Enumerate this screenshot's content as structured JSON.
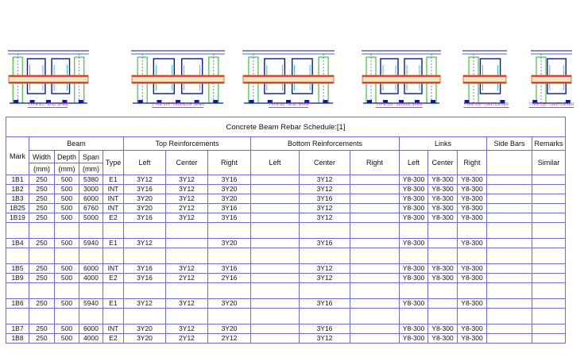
{
  "diagram_labels": [
    "TYPE E1 - END SPAN",
    "TYPE INT - INTERIOR SPAN",
    "TYPE E2 - END SPAN",
    "TYPE SS - SINGLE SPAN",
    "TYPE CA - CANTILEVER",
    "TYPE CB - CANTILEVER"
  ],
  "schedule": {
    "title": "Concrete Beam Rebar Schedule:[1]",
    "groups": {
      "beam": "Beam",
      "top": "Top Reinforcements",
      "bottom": "Bottom Reinforcements",
      "links": "Links",
      "side": "Side Bars",
      "remarks": "Remarks"
    },
    "labels": {
      "mark": "Mark",
      "width": "Width",
      "depth": "Depth",
      "span": "Span",
      "type": "Type",
      "top_left": "Left",
      "top_center": "Center",
      "top_right": "Right",
      "bot_left": "Left",
      "bot_center": "Center",
      "bot_right": "Right",
      "links_left": "Left",
      "links_center": "Center",
      "links_right": "Right",
      "remarks_sub": "Similar"
    },
    "units": {
      "width": "(mm)",
      "depth": "(mm)",
      "span": "(mm)"
    },
    "rows": [
      [
        "1B1",
        "250",
        "500",
        "5380",
        "E1",
        "3Y12",
        "3Y12",
        "3Y16",
        "",
        "3Y12",
        "",
        "Y8-300",
        "Y8-300",
        "Y8-300",
        "",
        ""
      ],
      [
        "1B2",
        "250",
        "500",
        "3000",
        "INT",
        "3Y16",
        "3Y12",
        "3Y20",
        "",
        "3Y12",
        "",
        "Y8-300",
        "Y8-300",
        "Y8-300",
        "",
        ""
      ],
      [
        "1B3",
        "250",
        "500",
        "6000",
        "INT",
        "3Y20",
        "3Y12",
        "3Y20",
        "",
        "3Y16",
        "",
        "Y8-300",
        "Y8-300",
        "Y8-300",
        "",
        ""
      ],
      [
        "1B25",
        "250",
        "500",
        "6760",
        "INT",
        "3Y20",
        "2Y12",
        "3Y16",
        "",
        "3Y12",
        "",
        "Y8-300",
        "Y8-300",
        "Y8-300",
        "",
        ""
      ],
      [
        "1B19",
        "250",
        "500",
        "5000",
        "E2",
        "3Y16",
        "3Y12",
        "3Y16",
        "",
        "3Y12",
        "",
        "Y8-300",
        "Y8-300",
        "Y8-300",
        "",
        ""
      ],
      null,
      [
        "1B4",
        "250",
        "500",
        "5940",
        "E1",
        "3Y12",
        "",
        "3Y20",
        "",
        "3Y16",
        "",
        "Y8-300",
        "",
        "Y8-300",
        "",
        ""
      ],
      null,
      [
        "1B5",
        "250",
        "500",
        "6000",
        "INT",
        "3Y16",
        "3Y12",
        "3Y16",
        "",
        "3Y12",
        "",
        "Y8-300",
        "Y8-300",
        "Y8-300",
        "",
        ""
      ],
      [
        "1B9",
        "250",
        "500",
        "4000",
        "E2",
        "3Y16",
        "2Y12",
        "2Y16",
        "",
        "3Y12",
        "",
        "Y8-300",
        "Y8-300",
        "Y8-300",
        "",
        ""
      ],
      null,
      [
        "1B6",
        "250",
        "500",
        "5940",
        "E1",
        "3Y12",
        "3Y12",
        "3Y20",
        "",
        "3Y16",
        "",
        "Y8-300",
        "",
        "Y8-300",
        "",
        ""
      ],
      null,
      [
        "1B7",
        "250",
        "500",
        "6000",
        "INT",
        "3Y20",
        "3Y12",
        "3Y20",
        "",
        "3Y16",
        "",
        "Y8-300",
        "Y8-300",
        "Y8-300",
        "",
        ""
      ],
      [
        "1B8",
        "250",
        "500",
        "4000",
        "E2",
        "3Y20",
        "2Y12",
        "2Y12",
        "",
        "3Y12",
        "",
        "Y8-300",
        "Y8-300",
        "Y8-300",
        "",
        ""
      ]
    ]
  }
}
